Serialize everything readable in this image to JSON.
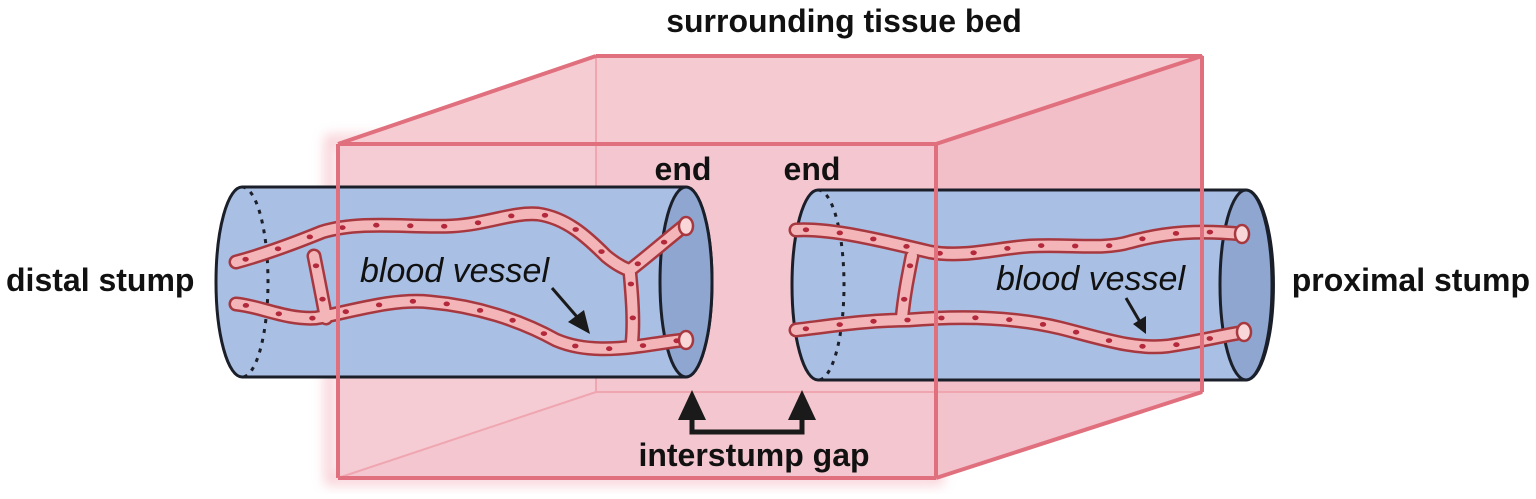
{
  "labels": {
    "tissue_bed": "surrounding tissue bed",
    "distal_stump": "distal stump",
    "proximal_stump": "proximal stump",
    "end_left": "end",
    "end_right": "end",
    "blood_vessel_left": "blood vessel",
    "blood_vessel_right": "blood vessel",
    "gap": "interstump gap"
  },
  "colors": {
    "tissue_fill": "#f3c6cf",
    "tissue_edge": "#e0707e",
    "tube_fill": "#a9bfe3",
    "tube_end": "#8ea6d0",
    "tube_edge": "#1b1f2a",
    "vessel_fill": "#f4b5b8",
    "vessel_edge": "#a8383f",
    "vessel_cell": "#b3283a",
    "arrow": "#1a1a1a"
  }
}
